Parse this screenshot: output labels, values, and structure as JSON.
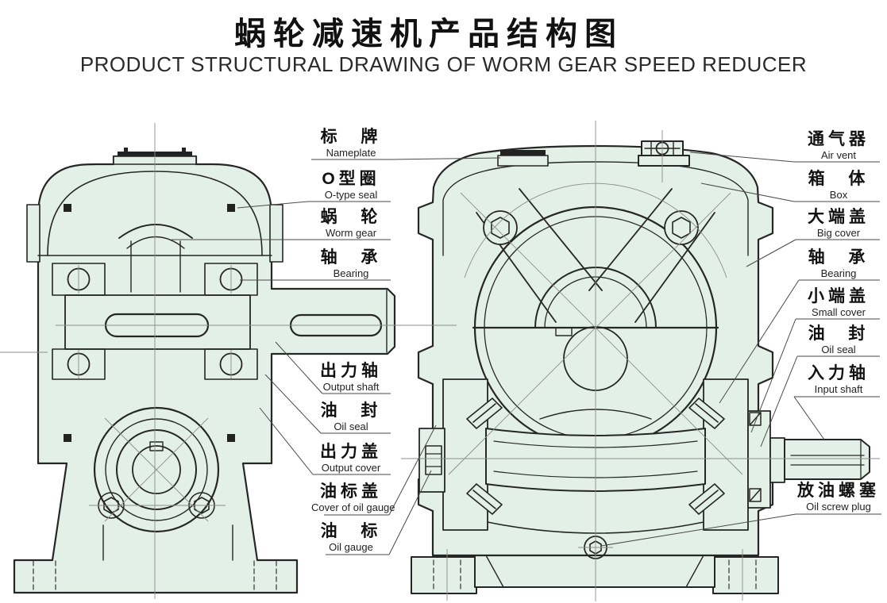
{
  "title": {
    "zh": "蜗轮减速机产品结构图",
    "en": "PRODUCT STRUCTURAL DRAWING OF WORM GEAR SPEED REDUCER"
  },
  "colors": {
    "drawing_fill": "#e3f0e8",
    "drawing_line": "#262626",
    "centerline": "#8c8c8c",
    "leader_line": "#4a4a4a",
    "text": "#1c1c1c"
  },
  "labels": {
    "middle": [
      {
        "id": "nameplate",
        "zh": "标 牌",
        "en": "Nameplate"
      },
      {
        "id": "o-type-seal",
        "zh": "O型圈",
        "en": "O-type seal"
      },
      {
        "id": "worm-gear",
        "zh": "蜗 轮",
        "en": "Worm gear"
      },
      {
        "id": "bearing-left",
        "zh": "轴 承",
        "en": "Bearing"
      },
      {
        "id": "output-shaft",
        "zh": "出力轴",
        "en": "Output shaft"
      },
      {
        "id": "oil-seal-left",
        "zh": "油 封",
        "en": "Oil seal"
      },
      {
        "id": "output-cover",
        "zh": "出力盖",
        "en": "Output cover"
      },
      {
        "id": "oil-gauge-cover",
        "zh": "油标盖",
        "en": "Cover of oil gauge"
      },
      {
        "id": "oil-gauge",
        "zh": "油 标",
        "en": "Oil gauge"
      }
    ],
    "right": [
      {
        "id": "air-vent",
        "zh": "通气器",
        "en": "Air vent"
      },
      {
        "id": "box",
        "zh": "箱 体",
        "en": "Box"
      },
      {
        "id": "big-cover",
        "zh": "大端盖",
        "en": "Big cover"
      },
      {
        "id": "bearing-right",
        "zh": "轴 承",
        "en": "Bearing"
      },
      {
        "id": "small-cover",
        "zh": "小端盖",
        "en": "Small cover"
      },
      {
        "id": "oil-seal-right",
        "zh": "油 封",
        "en": "Oil seal"
      },
      {
        "id": "input-shaft",
        "zh": "入力轴",
        "en": "Input shaft"
      },
      {
        "id": "oil-screw-plug",
        "zh": "放油螺塞",
        "en": "Oil screw plug"
      }
    ]
  }
}
